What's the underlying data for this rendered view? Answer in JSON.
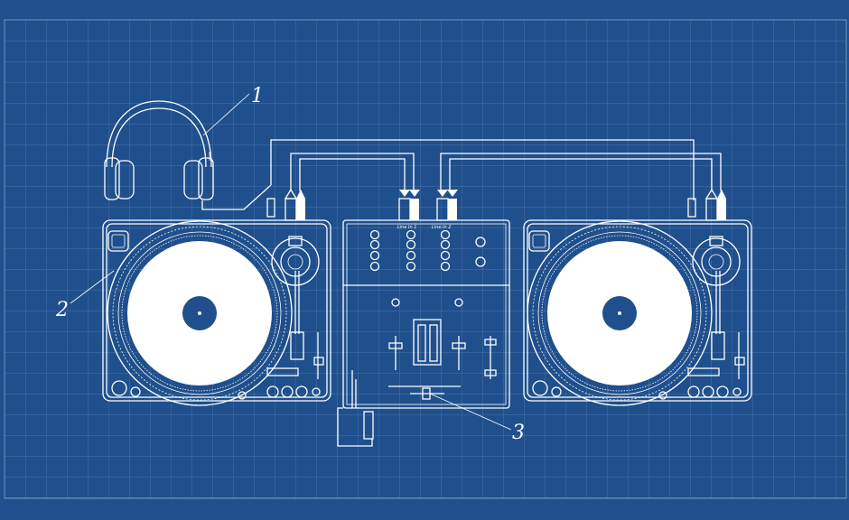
{
  "callouts": {
    "one": "1",
    "two": "2",
    "three": "3"
  },
  "mixer_labels": {
    "line_in_1": "Line In 1",
    "line_in_2": "Line In 2"
  },
  "icons": [
    "headphones-icon",
    "turntable-icon",
    "mixer-icon",
    "rca-plug-icon",
    "fader-icon",
    "knob-icon"
  ],
  "colors": {
    "background": "#1f4f8c",
    "grid": "#5d86b8",
    "line": "#ffffff"
  }
}
